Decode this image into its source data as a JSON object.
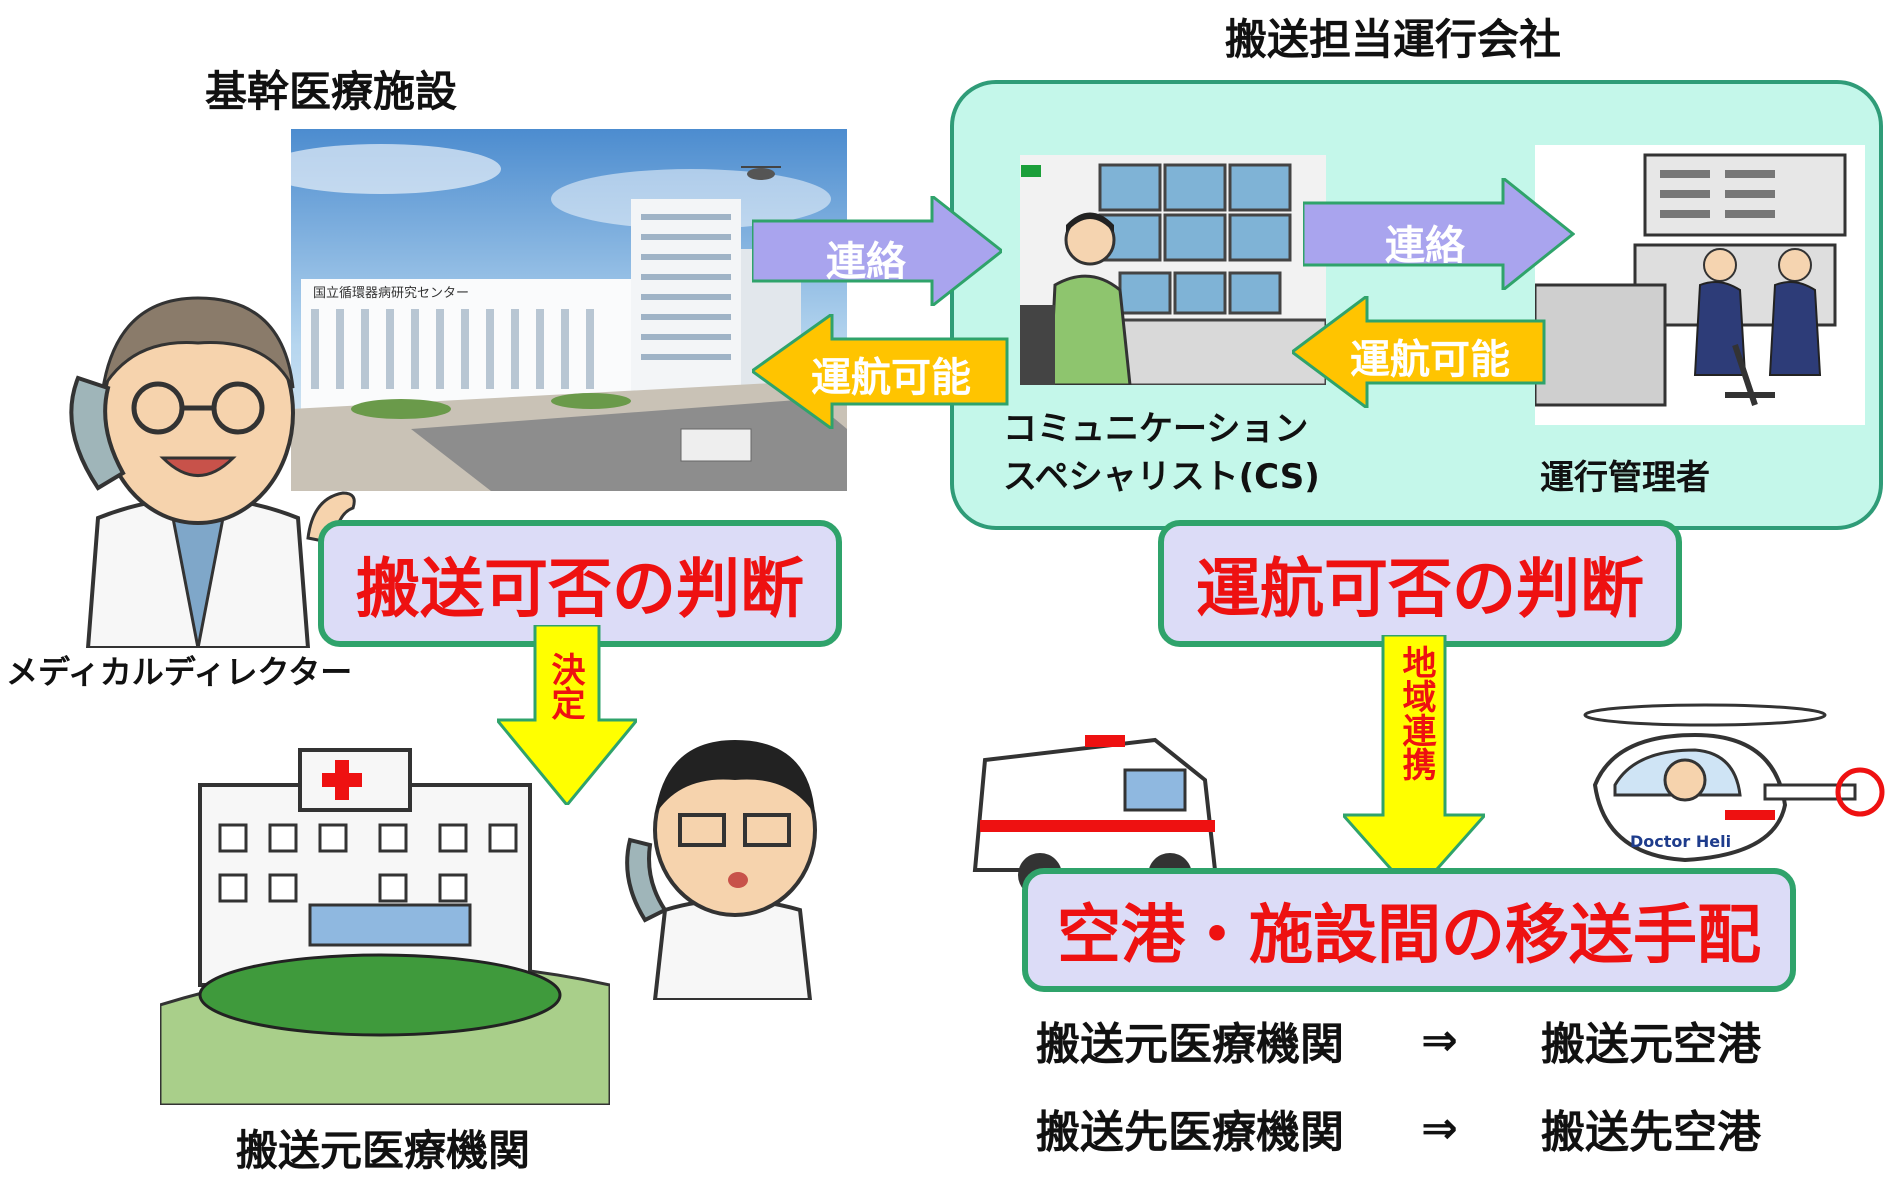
{
  "headings": {
    "hospital": "基幹医療施設",
    "operator": "搬送担当運行会社"
  },
  "labels": {
    "cs": "コミュニケーション\nスペシャリスト(CS)",
    "manager": "運行管理者",
    "director": "メディカルディレクター",
    "origin": "搬送元医療機関"
  },
  "arrows": {
    "contact_left": "連絡",
    "possible_left": "運航可能",
    "contact_right": "連絡",
    "possible_right": "運航可能",
    "decision": "決定",
    "regional": "地域連携"
  },
  "boxes": {
    "transport_judgement": "搬送可否の判断",
    "flight_judgement": "運航可否の判断",
    "transfer": "空港・施設間の移送手配"
  },
  "routes": [
    {
      "from": "搬送元医療機関",
      "sym": "⇒",
      "to": "搬送元空港"
    },
    {
      "from": "搬送先医療機関",
      "sym": "⇒",
      "to": "搬送先空港"
    }
  ],
  "photo_text": {
    "sign": "国立循環器病研究センター",
    "heli": "Doctor Heli"
  },
  "colors": {
    "contact_arrow": "#a9a4ee",
    "possible_arrow": "#ffc400",
    "yellow_arrow": "#ffff00",
    "box_fill": "#dcdcf7",
    "box_border": "#2fa36b",
    "panel_fill": "#c4f7ea",
    "red_text": "#ee1111"
  }
}
